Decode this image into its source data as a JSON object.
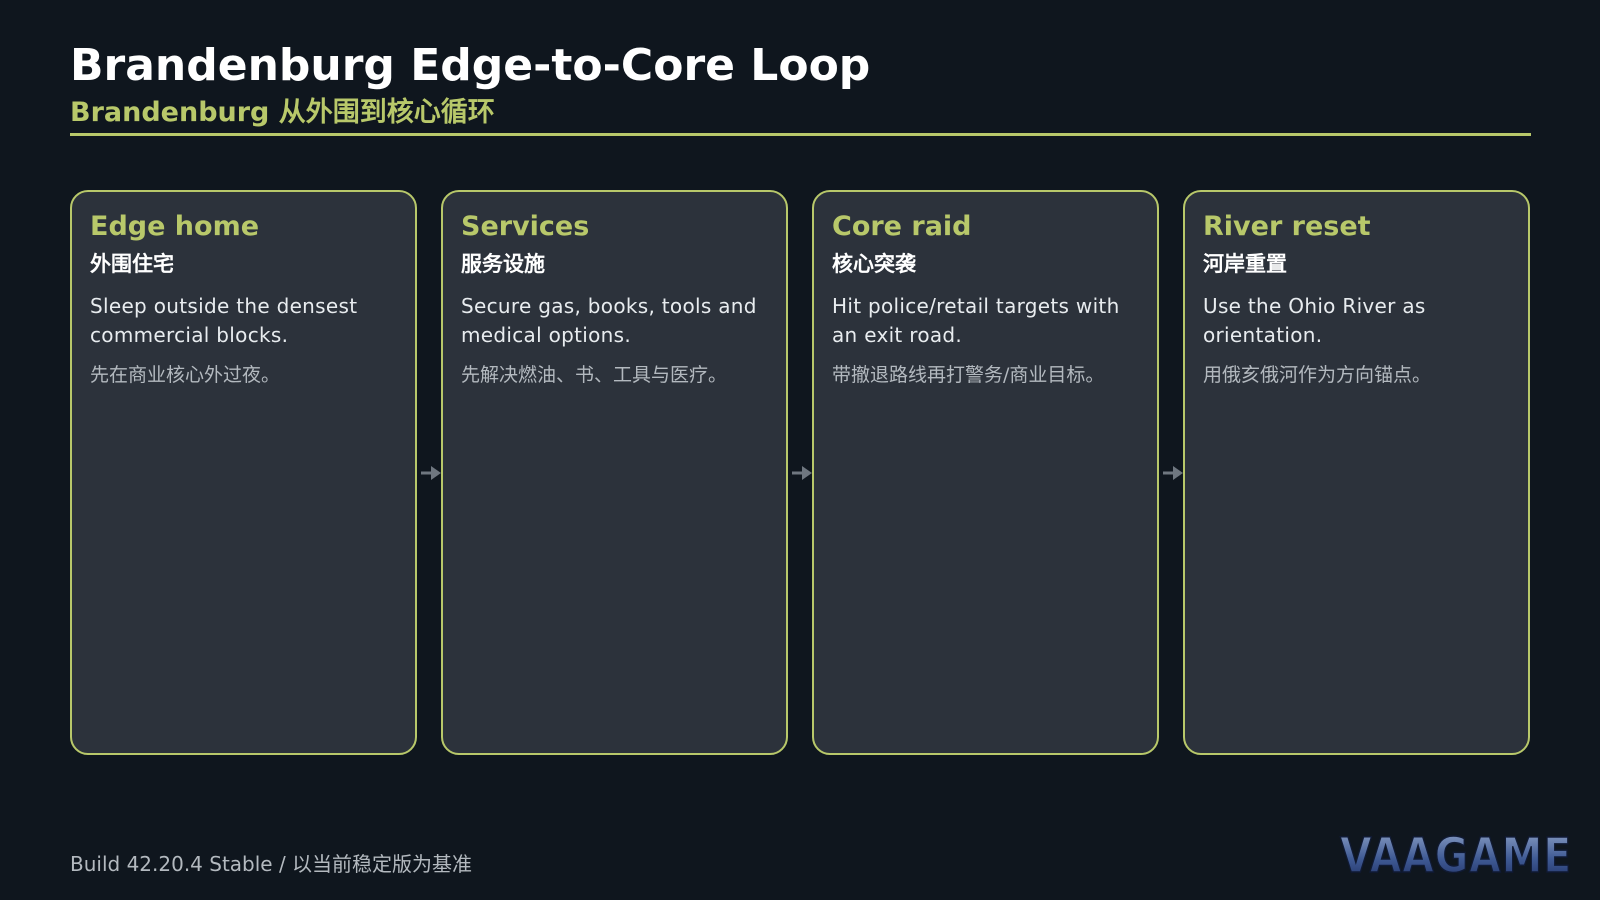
{
  "header": {
    "title": "Brandenburg Edge-to-Core Loop",
    "subtitle": "Brandenburg 从外围到核心循环"
  },
  "cards": [
    {
      "title": "Edge home",
      "subtitle": "外围住宅",
      "body": "Sleep outside the densest commercial blocks.",
      "note": "先在商业核心外过夜。"
    },
    {
      "title": "Services",
      "subtitle": "服务设施",
      "body": "Secure gas, books, tools and medical options.",
      "note": "先解决燃油、书、工具与医疗。"
    },
    {
      "title": "Core raid",
      "subtitle": "核心突袭",
      "body": "Hit police/retail targets with an exit road.",
      "note": "带撤退路线再打警务/商业目标。"
    },
    {
      "title": "River reset",
      "subtitle": "河岸重置",
      "body": "Use the Ohio River as orientation.",
      "note": "用俄亥俄河作为方向锚点。"
    }
  ],
  "connectors": {
    "icon": "arrow-right-icon"
  },
  "footer": {
    "build": "Build 42.20.4 Stable / 以当前稳定版为基准"
  },
  "logo": {
    "text": "VAAGAME"
  },
  "colors": {
    "background": "#0f161e",
    "accent": "#b8c86a",
    "card_background": "#2c323b",
    "arrow": "#6f7780"
  }
}
